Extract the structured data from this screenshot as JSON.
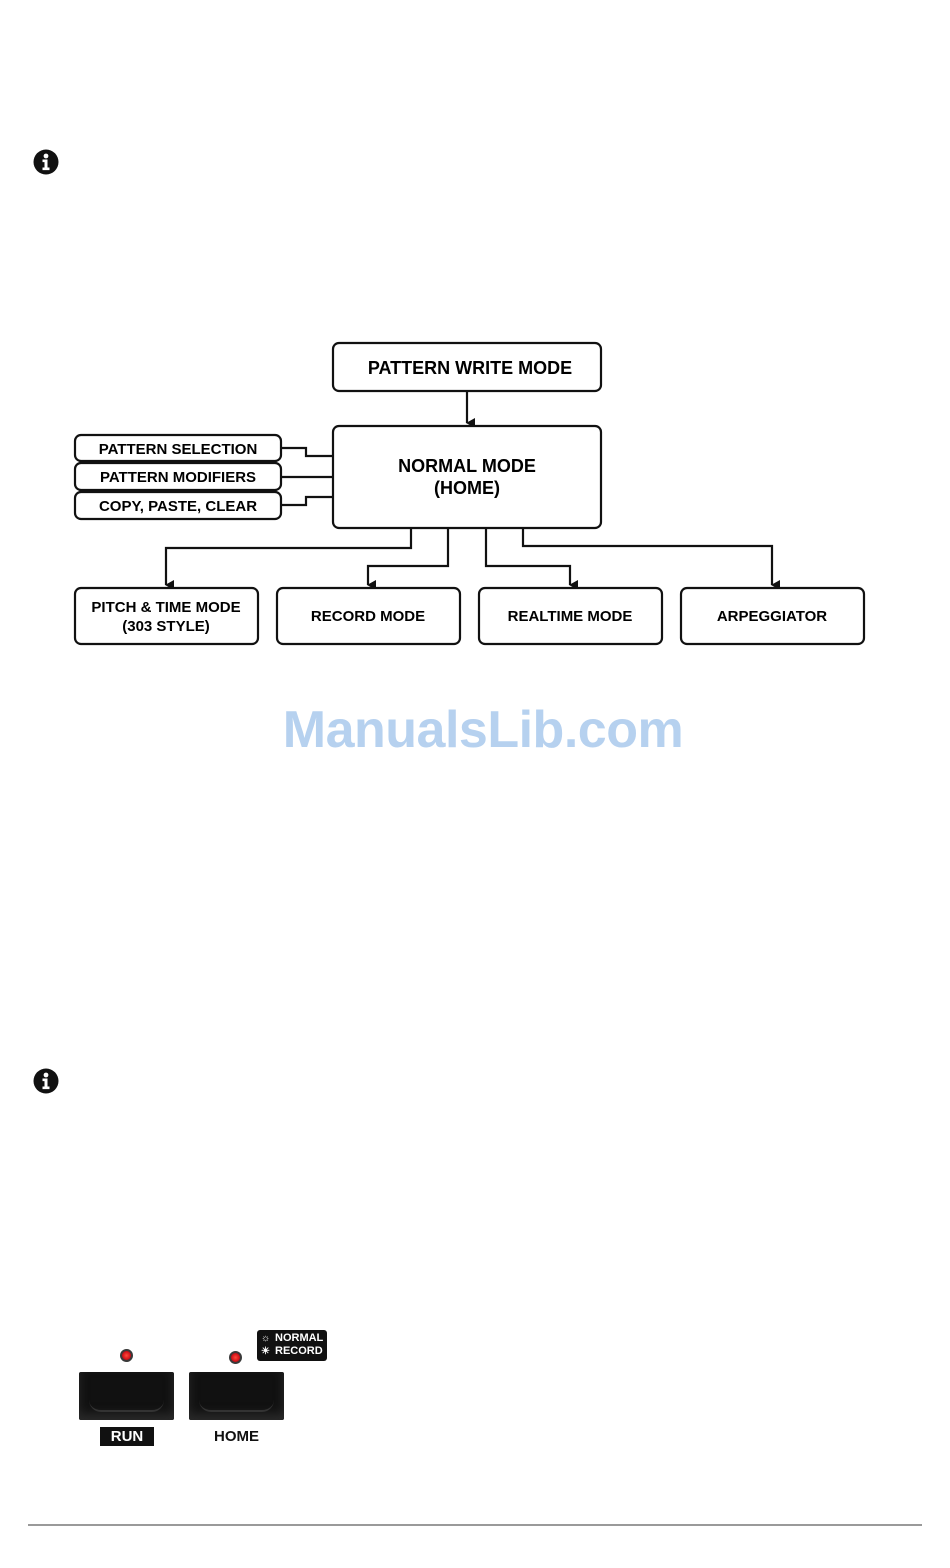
{
  "diagram": {
    "top_box": "PATTERN WRITE MODE",
    "center_box": {
      "line1": "NORMAL MODE",
      "line2": "(HOME)"
    },
    "side_boxes": [
      "PATTERN SELECTION",
      "PATTERN MODIFIERS",
      "COPY, PASTE, CLEAR"
    ],
    "bottom_boxes": [
      {
        "line1": "PITCH & TIME MODE",
        "line2": "(303 STYLE)"
      },
      {
        "line1": "RECORD MODE",
        "line2": ""
      },
      {
        "line1": "REALTIME MODE",
        "line2": ""
      },
      {
        "line1": "ARPEGGIATOR",
        "line2": ""
      }
    ]
  },
  "watermark": "ManualsLib.com",
  "controls": {
    "run_label": "RUN",
    "home_label": "HOME",
    "home_mode_indicator": {
      "lit": "NORMAL",
      "blink": "RECORD"
    },
    "led_color": "#d0121a"
  },
  "icons": [
    "info-icon",
    "info-icon"
  ]
}
